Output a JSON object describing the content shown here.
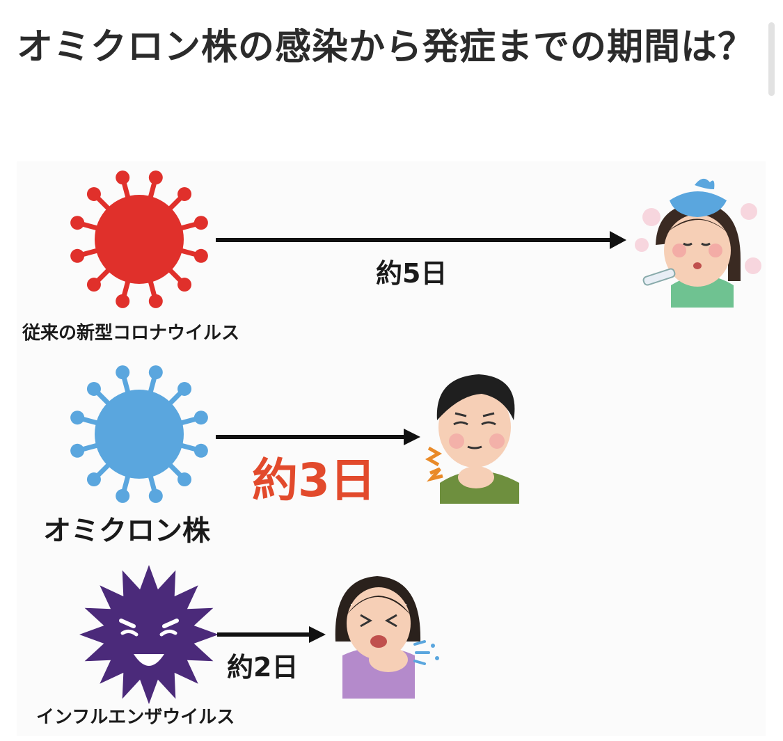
{
  "title": "オミクロン株の感染から発症までの期間は？",
  "rows": [
    {
      "virus": "従来の新型コロナウイルス",
      "duration": "約5日",
      "virus_color": "#e0302b"
    },
    {
      "virus": "オミクロン株",
      "duration": "約3日",
      "virus_color": "#5aa6de",
      "duration_color": "#e24a2c"
    },
    {
      "virus": "インフルエンザウイルス",
      "duration": "約2日",
      "virus_color": "#4b2a7a"
    }
  ]
}
